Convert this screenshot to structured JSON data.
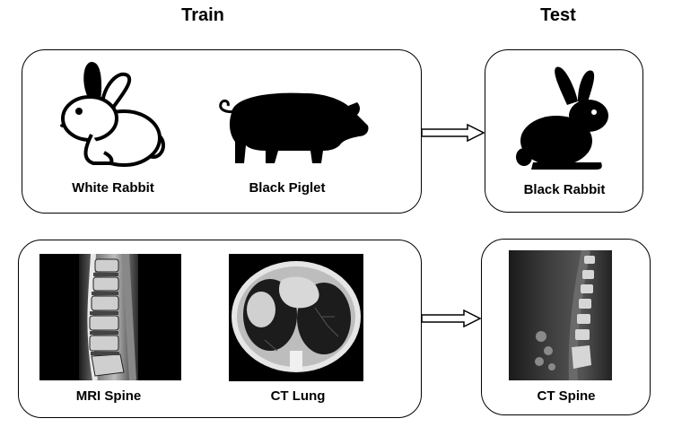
{
  "headings": {
    "train": "Train",
    "test": "Test"
  },
  "row1": {
    "train_items": [
      {
        "label": "White Rabbit",
        "icon": "white-rabbit-icon"
      },
      {
        "label": "Black Piglet",
        "icon": "black-piglet-icon"
      }
    ],
    "test_item": {
      "label": "Black Rabbit",
      "icon": "black-rabbit-icon"
    }
  },
  "row2": {
    "train_items": [
      {
        "label": "MRI Spine",
        "icon": "mri-spine-image"
      },
      {
        "label": "CT Lung",
        "icon": "ct-lung-image"
      }
    ],
    "test_item": {
      "label": "CT Spine",
      "icon": "ct-spine-image"
    }
  },
  "colors": {
    "border": "#000000",
    "background": "#ffffff"
  }
}
